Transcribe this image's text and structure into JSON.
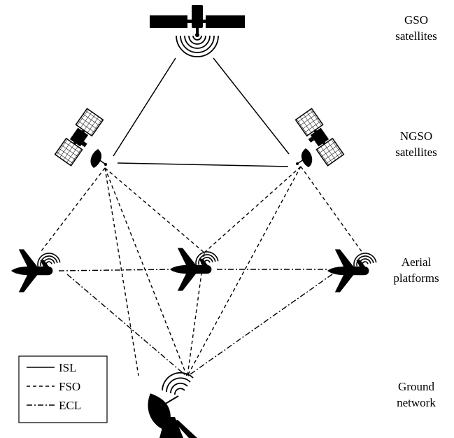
{
  "layers": {
    "gso": [
      "GSO",
      "satellites"
    ],
    "ngso": [
      "NGSO",
      "satellites"
    ],
    "aerial": [
      "Aerial",
      "platforms"
    ],
    "ground": [
      "Ground",
      "network"
    ]
  },
  "legend": [
    {
      "label": "ISL",
      "style": "solid"
    },
    {
      "label": "FSO",
      "style": "dashed"
    },
    {
      "label": "ECL",
      "style": "dash-dot"
    }
  ],
  "colors": {
    "stroke": "#000000",
    "background": "#ffffff"
  },
  "icons": [
    "satellite-icon",
    "antenna-icon",
    "airplane-icon",
    "signal-waves-icon",
    "ground-dish-icon"
  ]
}
